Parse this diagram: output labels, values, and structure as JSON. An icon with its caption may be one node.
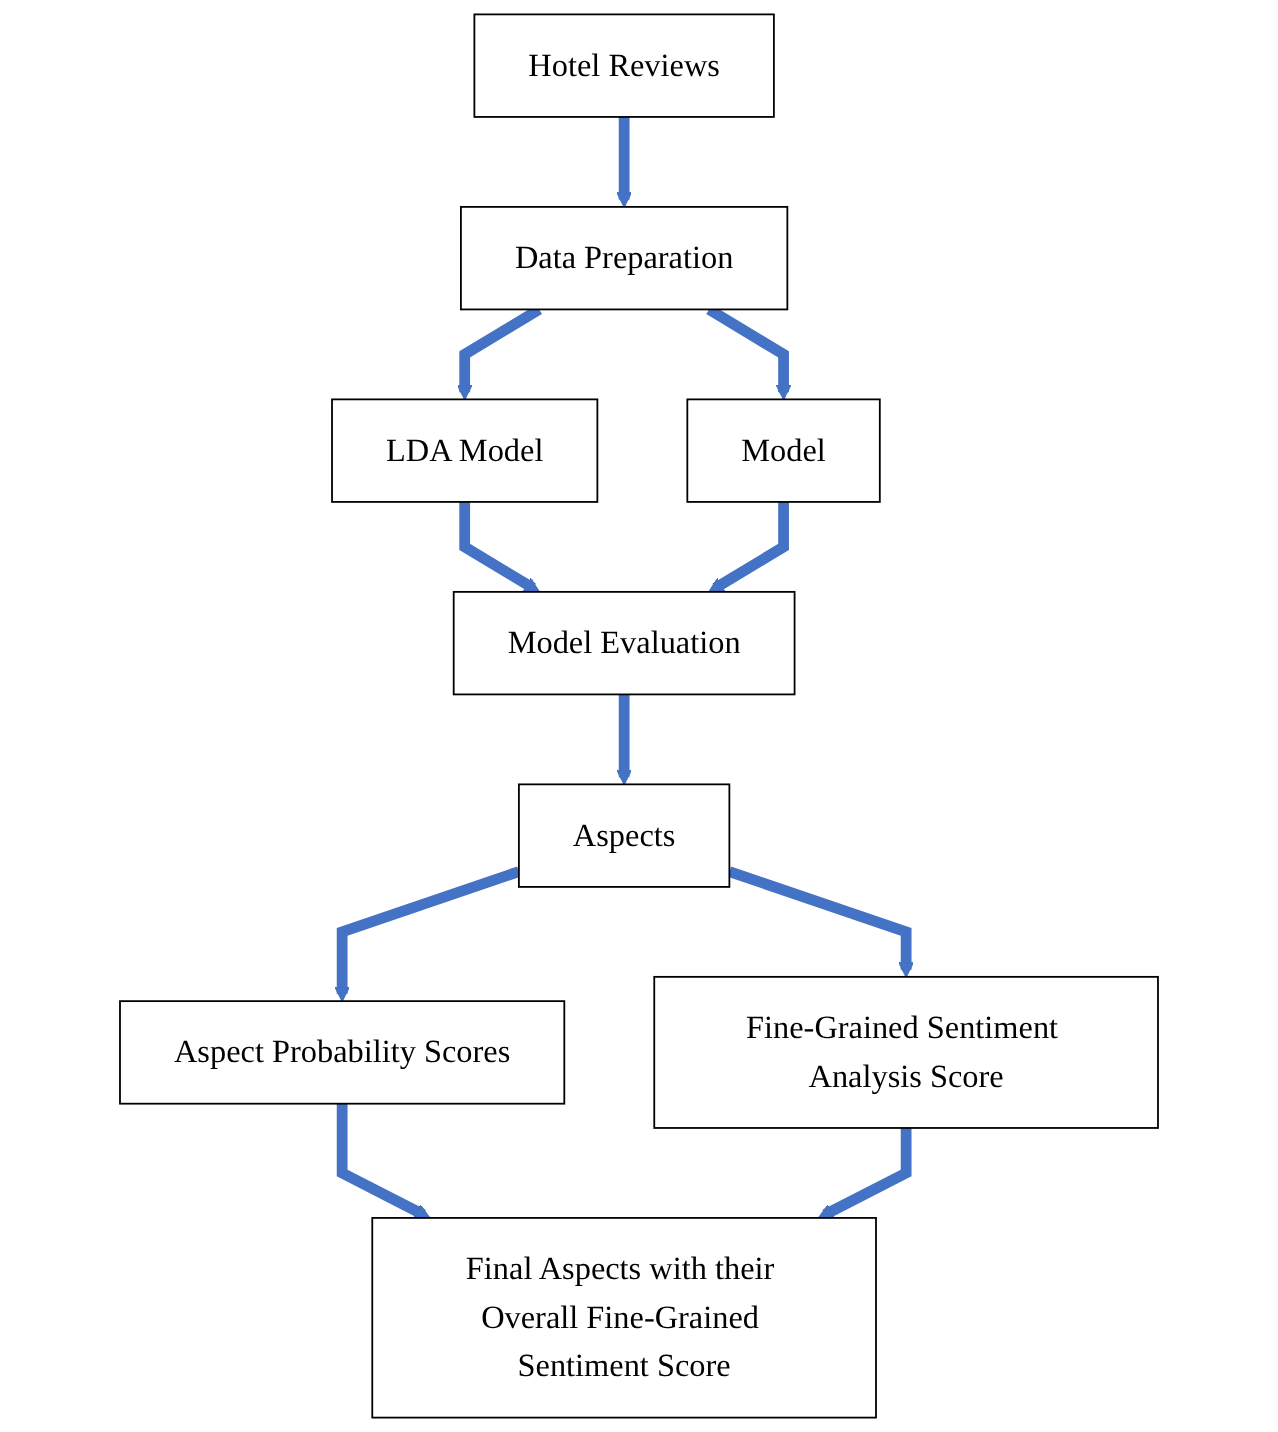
{
  "diagram": {
    "nodes": [
      {
        "text": [
          "Hotel Reviews"
        ]
      },
      {
        "text": [
          "Data Preparation"
        ]
      },
      {
        "text": [
          "LDA Model"
        ]
      },
      {
        "text": [
          "Model"
        ]
      },
      {
        "text": [
          "Model Evaluation"
        ]
      },
      {
        "text": [
          "Aspects"
        ]
      },
      {
        "text": [
          "Aspect Probability Scores"
        ]
      },
      {
        "text": [
          "Fine-Grained Sentiment Analysis Score"
        ]
      },
      {
        "text": [
          "Final Aspects with their Overall Fine-Grained Sentiment Score"
        ]
      }
    ],
    "edges": [
      {
        "from": 0,
        "to": 1,
        "arrow": "to"
      },
      {
        "from": 1,
        "to": 2,
        "arrow": "to"
      },
      {
        "from": 1,
        "to": 3,
        "arrow": "to"
      },
      {
        "from": 2,
        "to": 4,
        "arrow": "to"
      },
      {
        "from": 3,
        "to": 4,
        "arrow": "to"
      },
      {
        "from": 4,
        "to": 5,
        "arrow": "to"
      },
      {
        "from": 5,
        "to": 6,
        "arrow": "to"
      },
      {
        "from": 5,
        "to": 7,
        "arrow": "to"
      },
      {
        "from": 6,
        "to": 8,
        "arrow": "to"
      },
      {
        "from": 7,
        "to": 8,
        "arrow": "to"
      }
    ]
  }
}
